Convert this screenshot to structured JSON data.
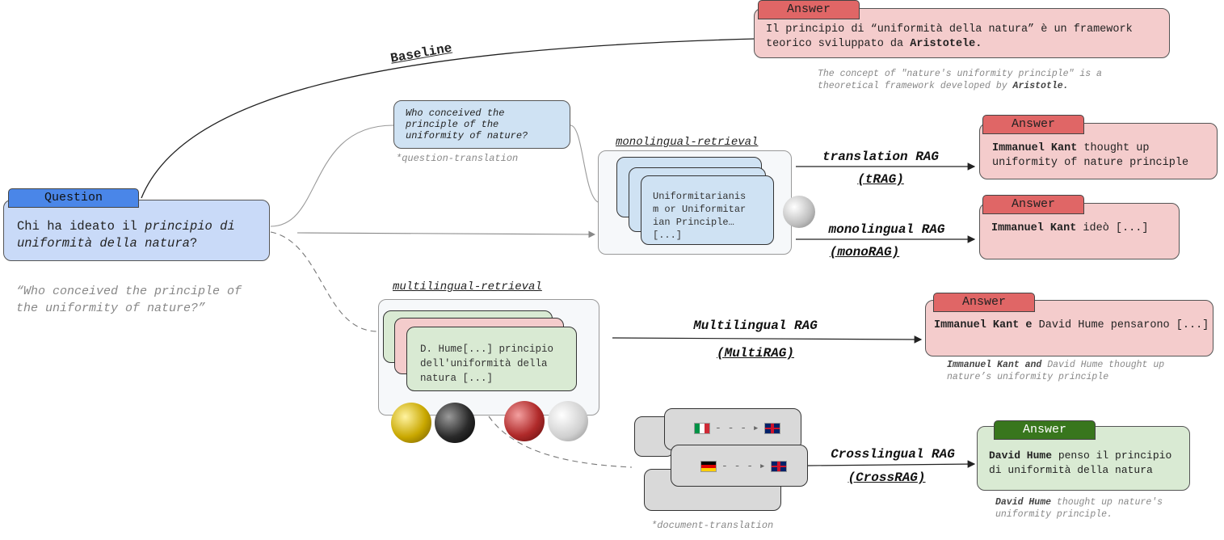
{
  "question": {
    "tab_label": "Question",
    "text_plain1": "Chi ha ideato il ",
    "text_italic1": "principio di",
    "text_italic2": "uniformità della natura",
    "text_plain2": "?",
    "translation": "“Who conceived the principle of the uniformity of nature?”"
  },
  "baseline": {
    "label": "Baseline",
    "answer_tab": "Answer",
    "answer_text1": "Il principio di “uniformità della natura” è un framework teorico sviluppato da ",
    "answer_bold": "Aristotele.",
    "note_text": "The concept of \"nature's uniformity principle\" is a theoretical framework developed by ",
    "note_bold": "Aristotle."
  },
  "question_translation": {
    "text": "Who conceived the principle of the uniformity of nature?",
    "caption": "*question-translation"
  },
  "monolingual_retrieval": {
    "title": "monolingual-retrieval",
    "doc_text": "Uniformitarianism or Uniformitarian Principle…[...]"
  },
  "trag": {
    "label": "translation RAG",
    "abbr": "tRAG",
    "answer_tab": "Answer",
    "answer_bold": "Immanuel Kant",
    "answer_text": " thought up uniformity of nature principle"
  },
  "monorag": {
    "label": "monolingual RAG",
    "abbr": "monoRAG",
    "answer_tab": "Answer",
    "answer_bold": "Immanuel Kant",
    "answer_text": " ideò [...]"
  },
  "multilingual_retrieval": {
    "title": "multilingual-retrieval",
    "doc_text": "D. Hume[...] principio dell'uniformità della natura [...]"
  },
  "multirag": {
    "label": "Multilingual RAG",
    "abbr": "MultiRAG",
    "answer_tab": "Answer",
    "answer_bold": "Immanuel Kant e",
    "answer_text": " David Hume pensarono [...]",
    "note_bold": "Immanuel Kant and",
    "note_text": " David Hume thought up nature’s uniformity principle"
  },
  "crossrag": {
    "label": "Crosslingual RAG",
    "abbr": "CrossRAG",
    "caption": "*document-translation",
    "answer_tab": "Answer",
    "answer_bold": "David Hume",
    "answer_text": " penso il principio di uniformità della natura",
    "note_bold": "David Hume",
    "note_text": " thought up nature's uniformity principle."
  },
  "colors": {
    "question_fill": "#c9daf8",
    "question_tab": "#4a86e8",
    "answer_fill": "#f4cccc",
    "answer_tab": "#e06666",
    "cross_fill": "#d9ead3",
    "cross_tab": "#38761d",
    "doc_blue": "#cfe2f3",
    "doc_green": "#d9ead3",
    "doc_pink": "#f4cccc",
    "doc_gray": "#d9d9d9"
  }
}
